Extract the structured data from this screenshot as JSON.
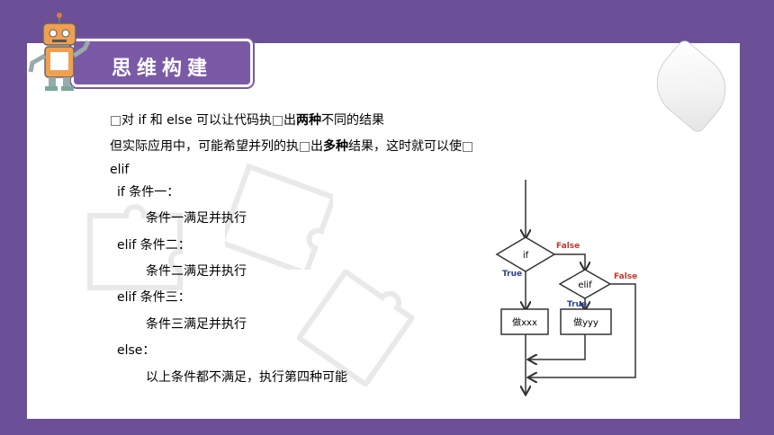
{
  "title": "思维构建",
  "intro": {
    "line1_a": "对 if 和 else 可以让代码执",
    "line1_b": "出",
    "line1_bold": "两种",
    "line1_c": "不同的结果",
    "line2_a": "但实际应用中，可能希望并列的执",
    "line2_b": "出",
    "line2_bold": "多种",
    "line2_c": "结果，这时就可以使",
    "line3": "elif"
  },
  "code": [
    "if  条件一：",
    "条件一满足并执行",
    "elif 条件二：",
    "条件二满足并执行",
    "elif 条件三：",
    "条件三满足并执行",
    "else：",
    "以上条件都不满足，执行第四种可能"
  ],
  "flowchart": {
    "if_label": "if",
    "elif_label": "elif",
    "true1": "True",
    "false1": "False",
    "true2": "True",
    "false2": "False",
    "box1": "做xxx",
    "box2": "做yyy"
  },
  "colors": {
    "background": "#6b4f97",
    "banner": "#7a5aa6",
    "false_red": "#c0392b",
    "true_blue": "#2c3e8f"
  }
}
